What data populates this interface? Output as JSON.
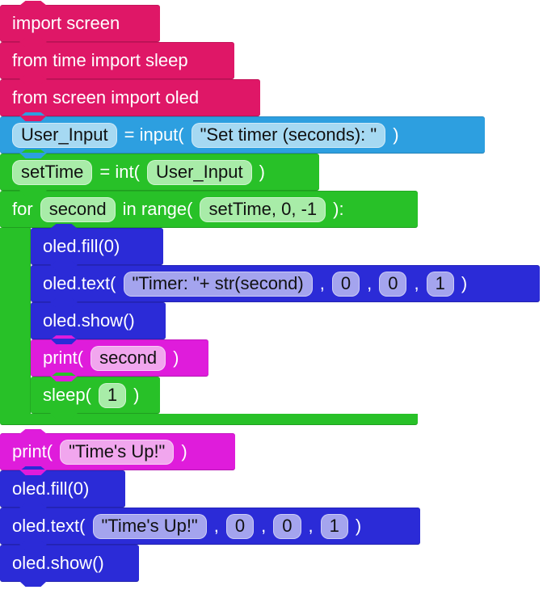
{
  "app": "block-code-editor",
  "palette": {
    "import_pink": "#DF1767",
    "io_blue": "#2D9FE0",
    "io_blue_pill": "#A6D9F2",
    "green": "#28C128",
    "green_pill": "#A8ECA8",
    "oled_blue": "#2B2BD7",
    "oled_pill": "#A4A4EE",
    "magenta": "#DF1CDB",
    "magenta_pill": "#F1A6EE"
  },
  "blocks": {
    "import_screen": {
      "label": "import screen"
    },
    "import_sleep": {
      "label": "from time import sleep"
    },
    "import_oled": {
      "label": "from screen import oled"
    },
    "user_input_assign": {
      "var": "User_Input",
      "op": "= input(",
      "arg": "\"Set timer (seconds): \"",
      "close": ")"
    },
    "settime_assign": {
      "var": "setTime",
      "op": "= int(",
      "arg": "User_Input",
      "close": ")"
    },
    "for_loop": {
      "kw": "for",
      "var": "second",
      "mid": "in range(",
      "args": "setTime, 0, -1",
      "close": "):"
    },
    "oled_fill_loop": {
      "label": "oled.fill(0)"
    },
    "oled_text_loop": {
      "fn": "oled.text(",
      "str": "\"Timer: \"+ str(second)",
      "comma": ",",
      "x": "0",
      "y": "0",
      "color": "1",
      "close": ")"
    },
    "oled_show_loop": {
      "label": "oled.show()"
    },
    "print_loop": {
      "fn": "print(",
      "arg": "second",
      "close": ")"
    },
    "sleep_loop": {
      "fn": "sleep(",
      "arg": "1",
      "close": ")"
    },
    "print_done": {
      "fn": "print(",
      "arg": "\"Time's Up!\"",
      "close": ")"
    },
    "oled_fill_done": {
      "label": "oled.fill(0)"
    },
    "oled_text_done": {
      "fn": "oled.text(",
      "str": "\"Time's Up!\"",
      "comma": ",",
      "x": "0",
      "y": "0",
      "color": "1",
      "close": ")"
    },
    "oled_show_done": {
      "label": "oled.show()"
    }
  }
}
